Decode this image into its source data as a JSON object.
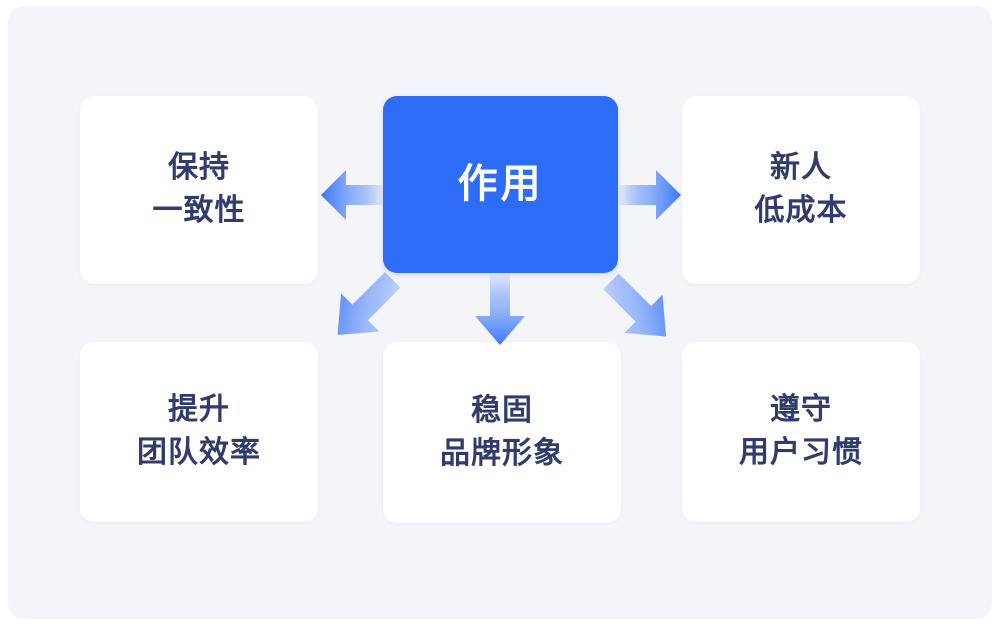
{
  "diagram": {
    "type": "hub-and-spoke",
    "background_color": "#f4f5f9",
    "accent_color": "#2d6cf6",
    "text_color": "#323c6c",
    "center": {
      "label": "作用",
      "name": "center-node"
    },
    "nodes": [
      {
        "name": "node-top-left",
        "position": "top-left",
        "line1": "保持",
        "line2": "一致性"
      },
      {
        "name": "node-top-right",
        "position": "top-right",
        "line1": "新人",
        "line2": "低成本"
      },
      {
        "name": "node-bottom-left",
        "position": "bottom-left",
        "line1": "提升",
        "line2": "团队效率"
      },
      {
        "name": "node-bottom-center",
        "position": "bottom-center",
        "line1": "稳固",
        "line2": "品牌形象"
      },
      {
        "name": "node-bottom-right",
        "position": "bottom-right",
        "line1": "遵守",
        "line2": "用户习惯"
      }
    ],
    "arrows": [
      {
        "name": "arrow-left-icon",
        "direction": "left",
        "from": "center",
        "to": "node-top-left"
      },
      {
        "name": "arrow-right-icon",
        "direction": "right",
        "from": "center",
        "to": "node-top-right"
      },
      {
        "name": "arrow-down-left-icon",
        "direction": "down-left",
        "from": "center",
        "to": "node-bottom-left"
      },
      {
        "name": "arrow-down-icon",
        "direction": "down",
        "from": "center",
        "to": "node-bottom-center"
      },
      {
        "name": "arrow-down-right-icon",
        "direction": "down-right",
        "from": "center",
        "to": "node-bottom-right"
      }
    ]
  }
}
